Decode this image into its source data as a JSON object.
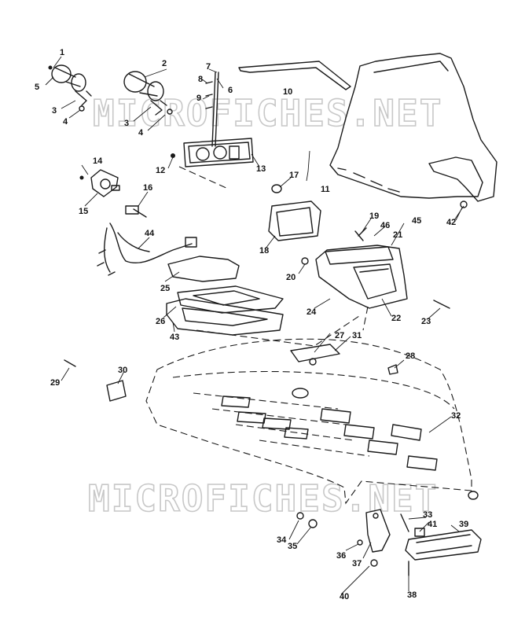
{
  "watermark": {
    "text": "MICROFICHES.NET"
  },
  "callouts": [
    {
      "id": "c1",
      "label": "1"
    },
    {
      "id": "c2",
      "label": "2"
    },
    {
      "id": "c3a",
      "label": "3"
    },
    {
      "id": "c3b",
      "label": "3"
    },
    {
      "id": "c4a",
      "label": "4"
    },
    {
      "id": "c4b",
      "label": "4"
    },
    {
      "id": "c5",
      "label": "5"
    },
    {
      "id": "c6",
      "label": "6"
    },
    {
      "id": "c7",
      "label": "7"
    },
    {
      "id": "c8",
      "label": "8"
    },
    {
      "id": "c9",
      "label": "9"
    },
    {
      "id": "c10",
      "label": "10"
    },
    {
      "id": "c11",
      "label": "11"
    },
    {
      "id": "c12",
      "label": "12"
    },
    {
      "id": "c13",
      "label": "13"
    },
    {
      "id": "c14",
      "label": "14"
    },
    {
      "id": "c15",
      "label": "15"
    },
    {
      "id": "c16",
      "label": "16"
    },
    {
      "id": "c17",
      "label": "17"
    },
    {
      "id": "c18",
      "label": "18"
    },
    {
      "id": "c19",
      "label": "19"
    },
    {
      "id": "c20",
      "label": "20"
    },
    {
      "id": "c21",
      "label": "21"
    },
    {
      "id": "c22",
      "label": "22"
    },
    {
      "id": "c23",
      "label": "23"
    },
    {
      "id": "c24",
      "label": "24"
    },
    {
      "id": "c25",
      "label": "25"
    },
    {
      "id": "c26",
      "label": "26"
    },
    {
      "id": "c27",
      "label": "27"
    },
    {
      "id": "c28",
      "label": "28"
    },
    {
      "id": "c29",
      "label": "29"
    },
    {
      "id": "c30",
      "label": "30"
    },
    {
      "id": "c31",
      "label": "31"
    },
    {
      "id": "c32",
      "label": "32"
    },
    {
      "id": "c33",
      "label": "33"
    },
    {
      "id": "c34",
      "label": "34"
    },
    {
      "id": "c35",
      "label": "35"
    },
    {
      "id": "c36",
      "label": "36"
    },
    {
      "id": "c37",
      "label": "37"
    },
    {
      "id": "c38",
      "label": "38"
    },
    {
      "id": "c39",
      "label": "39"
    },
    {
      "id": "c40",
      "label": "40"
    },
    {
      "id": "c41",
      "label": "41"
    },
    {
      "id": "c42",
      "label": "42"
    },
    {
      "id": "c43",
      "label": "43"
    },
    {
      "id": "c44",
      "label": "44"
    },
    {
      "id": "c45",
      "label": "45"
    },
    {
      "id": "c46",
      "label": "46"
    }
  ]
}
